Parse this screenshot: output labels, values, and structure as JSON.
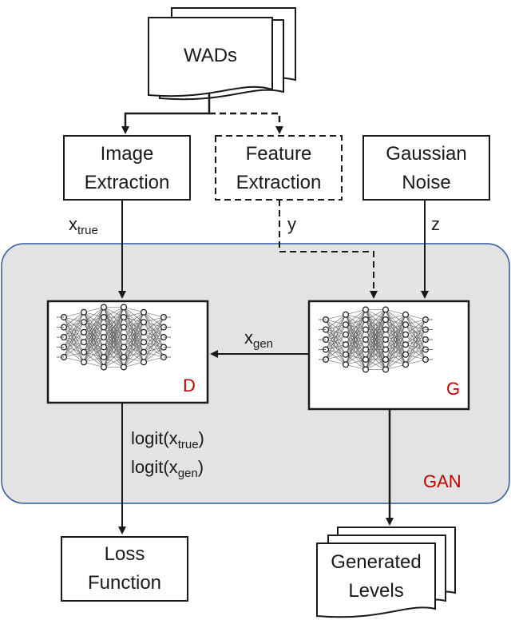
{
  "wads": {
    "label": "WADs"
  },
  "image_extraction": {
    "line1": "Image",
    "line2": "Extraction"
  },
  "feature_extraction": {
    "line1": "Feature",
    "line2": "Extraction"
  },
  "gaussian_noise": {
    "line1": "Gaussian",
    "line2": "Noise"
  },
  "gan": {
    "label": "GAN"
  },
  "discriminator": {
    "label": "D"
  },
  "generator": {
    "label": "G"
  },
  "edges": {
    "x_true": {
      "base": "x",
      "sub": "true"
    },
    "y": {
      "label": "y"
    },
    "z": {
      "label": "z"
    },
    "x_gen": {
      "base": "x",
      "sub": "gen"
    },
    "logit_true": {
      "prefix": "logit(x",
      "sub": "true",
      "suffix": ")"
    },
    "logit_gen": {
      "prefix": "logit(x",
      "sub": "gen",
      "suffix": ")"
    }
  },
  "loss_function": {
    "line1": "Loss",
    "line2": "Function"
  },
  "generated_levels": {
    "line1": "Generated",
    "line2": "Levels"
  },
  "colors": {
    "gan_fill": "#e3e3e3",
    "gan_border": "#2e5a9c",
    "accent_red": "#c00000",
    "stroke": "#1a1a1a"
  }
}
